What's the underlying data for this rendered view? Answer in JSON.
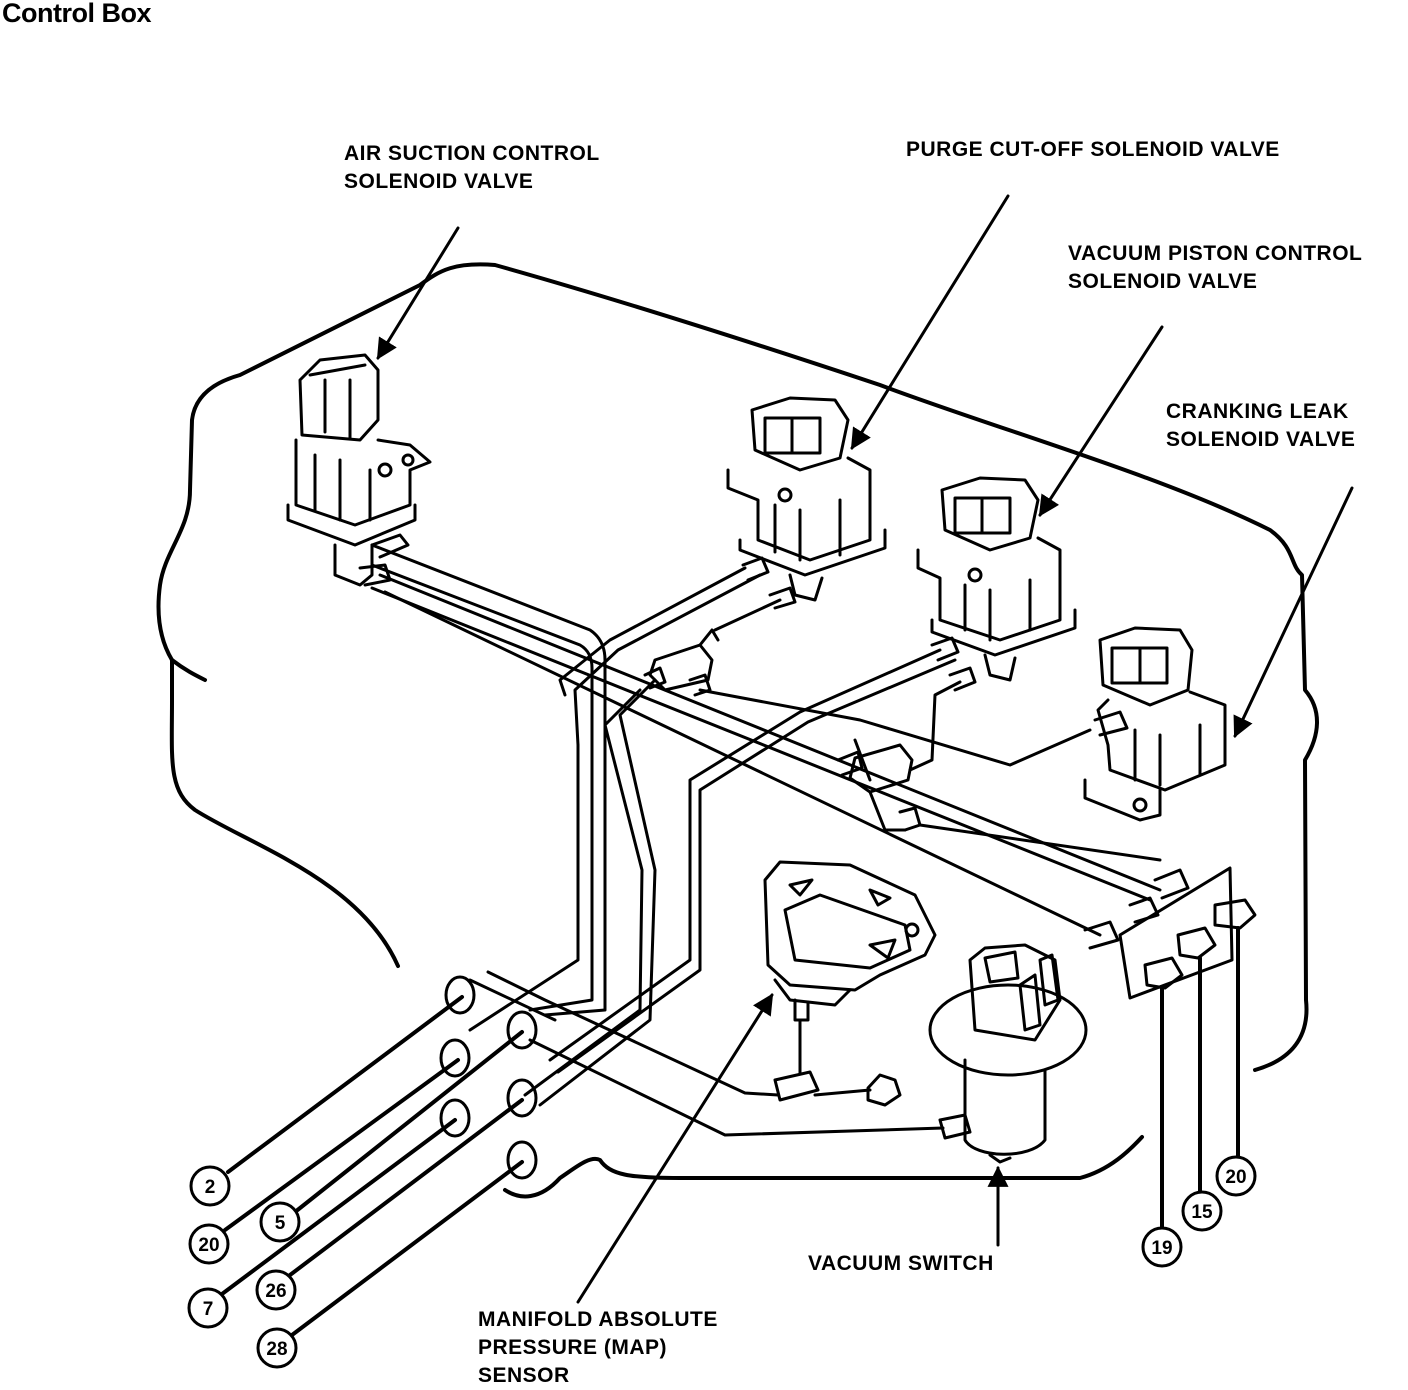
{
  "title": "Control Box",
  "labels": {
    "air_suction": [
      "AIR SUCTION CONTROL",
      "SOLENOID VALVE"
    ],
    "purge_cutoff": [
      "PURGE CUT-OFF SOLENOID VALVE"
    ],
    "vacuum_piston": [
      "VACUUM PISTON CONTROL",
      "SOLENOID VALVE"
    ],
    "cranking_leak": [
      "CRANKING LEAK",
      "SOLENOID VALVE"
    ],
    "vacuum_switch": [
      "VACUUM SWITCH"
    ],
    "map_sensor": [
      "MANIFOLD ABSOLUTE",
      "PRESSURE (MAP)",
      "SENSOR"
    ]
  },
  "ports": {
    "left": [
      "2",
      "20",
      "5",
      "7",
      "26",
      "28"
    ],
    "right": [
      "19",
      "15",
      "20"
    ]
  },
  "colors": {
    "line": "#000000",
    "background": "#ffffff"
  }
}
